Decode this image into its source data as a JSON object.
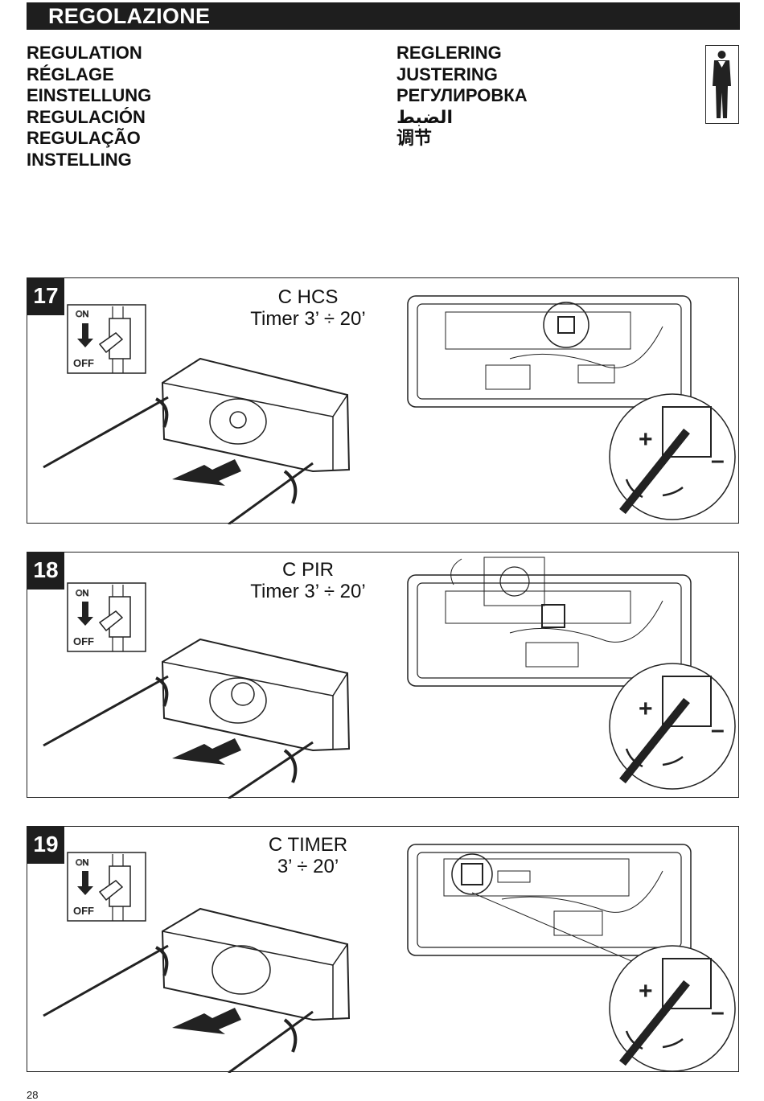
{
  "header": {
    "title": "REGOLAZIONE"
  },
  "languages_left": [
    "REGULATION",
    "RÉGLAGE",
    "EINSTELLUNG",
    "REGULACIÓN",
    "REGULAÇÃO",
    "INSTELLING"
  ],
  "languages_right": [
    "REGLERING",
    "JUSTERING",
    "РЕГУЛИРОВКА",
    "الضبط",
    "调节"
  ],
  "switch": {
    "on_label": "ON",
    "off_label": "OFF"
  },
  "adjust_signs": {
    "plus": "+",
    "minus": "–"
  },
  "panels": [
    {
      "number": "17",
      "caption_line1": "C  HCS",
      "caption_line2": "Timer 3’ ÷ 20’"
    },
    {
      "number": "18",
      "caption_line1": "C  PIR",
      "caption_line2": "Timer 3’ ÷ 20’"
    },
    {
      "number": "19",
      "caption_line1": "C  TIMER",
      "caption_line2": "3’ ÷ 20’"
    }
  ],
  "footer": {
    "page_number": "28"
  }
}
